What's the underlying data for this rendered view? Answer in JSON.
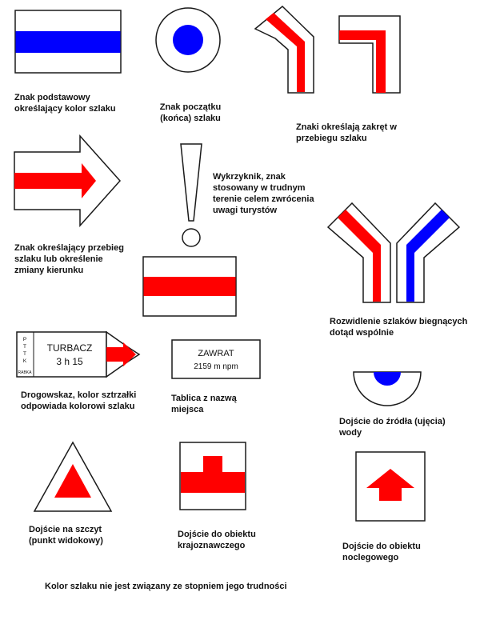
{
  "colors": {
    "red": "#ff0000",
    "blue": "#0000ff",
    "white": "#ffffff",
    "outline": "#1a1a1a"
  },
  "captions": {
    "basic": "Znak podstawowy\nokreślający kolor szlaku",
    "start": "Znak początku\n(końca) szlaku",
    "turn": "Znaki określają zakręt w\nprzebiegu szlaku",
    "arrow": "Znak określający przebieg\nszlaku lub określenie\nzmiany kierunku",
    "exclamation": "Wykrzyknik, znak\nstosowany w trudnym\nterenie celem zwrócenia\nuwagi turystów",
    "fork": "Rozwidlenie szlaków biegnących\ndotąd wspólnie",
    "signpost": "Drogowskaz, kolor sztrzałki\nodpowiada kolorowi szlaku",
    "placename": "Tablica z nazwą\nmiejsca",
    "spring": "Dojście do źródła (ujęcia)\nwody",
    "summit": "Dojście na szczyt\n(punkt widokowy)",
    "attraction": "Dojście do obiektu\nkrajoznawczego",
    "lodging": "Dojście do obiektu\nnoclegowego"
  },
  "signpost": {
    "org_letters": [
      "P",
      "T",
      "T",
      "K"
    ],
    "town": "RABKA",
    "destination": "TURBACZ",
    "time": "3 h 15"
  },
  "place_sign": {
    "name": "ZAWRAT",
    "elevation": "2159 m npm"
  },
  "footer": "Kolor szlaku nie jest związany ze stopniem jego trudności"
}
